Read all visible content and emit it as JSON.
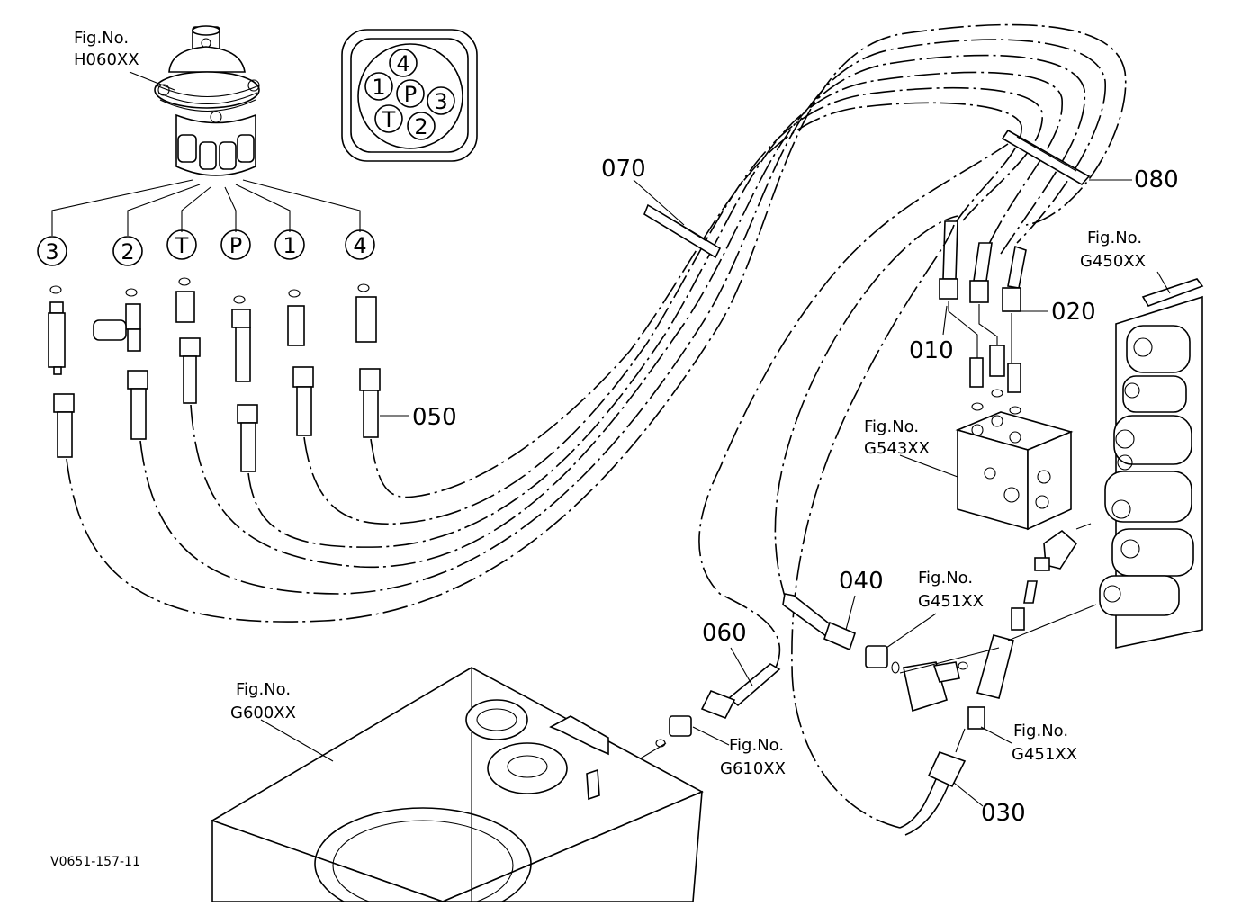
{
  "footer": {
    "drawing_code": "V0651-157-11"
  },
  "fig_refs": {
    "pilot_valve": {
      "label": "Fig.No.",
      "number": "H060XX"
    },
    "control_valve": {
      "label": "Fig.No.",
      "number": "G450XX"
    },
    "block": {
      "label": "Fig.No.",
      "number": "G543XX"
    },
    "tank": {
      "label": "Fig.No.",
      "number": "G600XX"
    },
    "tank_fitting": {
      "label": "Fig.No.",
      "number": "G610XX"
    },
    "fitting_upper": {
      "label": "Fig.No.",
      "number": "G451XX"
    },
    "fitting_lower": {
      "label": "Fig.No.",
      "number": "G451XX"
    }
  },
  "part_numbers": {
    "p010": "010",
    "p020": "020",
    "p030": "030",
    "p040": "040",
    "p050": "050",
    "p060": "060",
    "p070": "070",
    "p080": "080"
  },
  "port_map": [
    "4",
    "1",
    "P",
    "3",
    "T",
    "2"
  ],
  "ports": [
    "3",
    "2",
    "T",
    "P",
    "1",
    "4"
  ]
}
